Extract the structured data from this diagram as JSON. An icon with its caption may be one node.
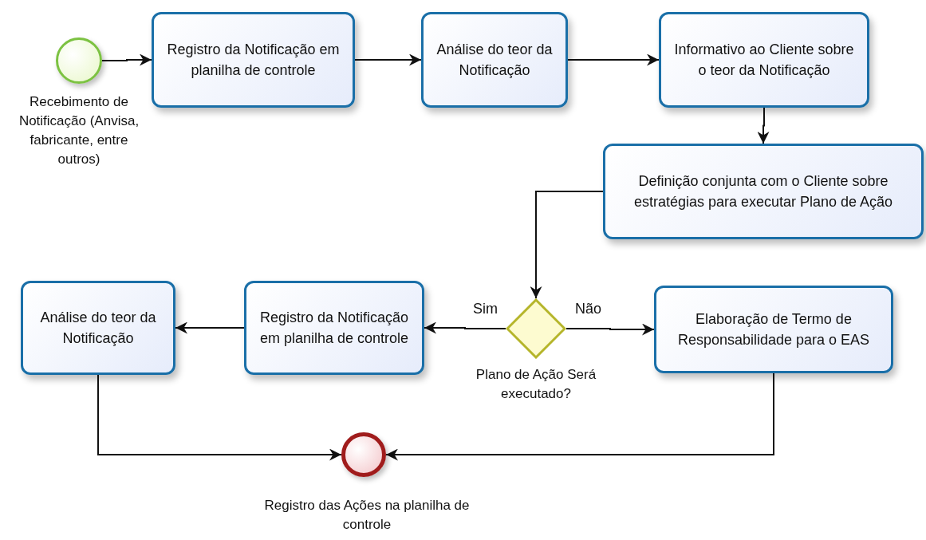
{
  "diagram": {
    "nodes": [
      {
        "text": [],
        "shape": "circle",
        "beside": [
          "Recebimento de Notificação (Anvisa, fabricante, entre outros)"
        ]
      },
      {
        "text": [
          "Registro da Notificação em planilha de controle"
        ]
      },
      {
        "text": [
          "Análise do teor da Notificação"
        ]
      },
      {
        "text": [
          "Informativo ao Cliente sobre o teor da Notificação"
        ]
      },
      {
        "text": [
          "Definição conjunta com o Cliente sobre estratégias para executar Plano de Ação"
        ]
      },
      {
        "text": [],
        "shape": "diamond",
        "beside": [
          "Plano de Ação Será executado?"
        ]
      },
      {
        "text": [
          "Registro da Notificação em planilha de controle"
        ]
      },
      {
        "text": [
          "Análise do teor da Notificação"
        ]
      },
      {
        "text": [
          "Elaboração de Termo de Responsabilidade para o EAS"
        ]
      },
      {
        "text": [],
        "shape": "circle",
        "beside": [
          "Registro das Ações na planilha de controle"
        ]
      }
    ],
    "edges": [
      {
        "from": 0,
        "to": 1,
        "arrow": "to"
      },
      {
        "from": 1,
        "to": 2,
        "arrow": "to"
      },
      {
        "from": 2,
        "to": 3,
        "arrow": "to"
      },
      {
        "from": 3,
        "to": 4,
        "arrow": "to"
      },
      {
        "from": 4,
        "to": 5,
        "arrow": "to"
      },
      {
        "from": 5,
        "to": 6,
        "arrow": "to",
        "label": "Sim"
      },
      {
        "from": 5,
        "to": 8,
        "arrow": "to",
        "label": "Não"
      },
      {
        "from": 6,
        "to": 7,
        "arrow": "to"
      },
      {
        "from": 7,
        "to": 9,
        "arrow": "to"
      },
      {
        "from": 8,
        "to": 9,
        "arrow": "to"
      }
    ]
  }
}
